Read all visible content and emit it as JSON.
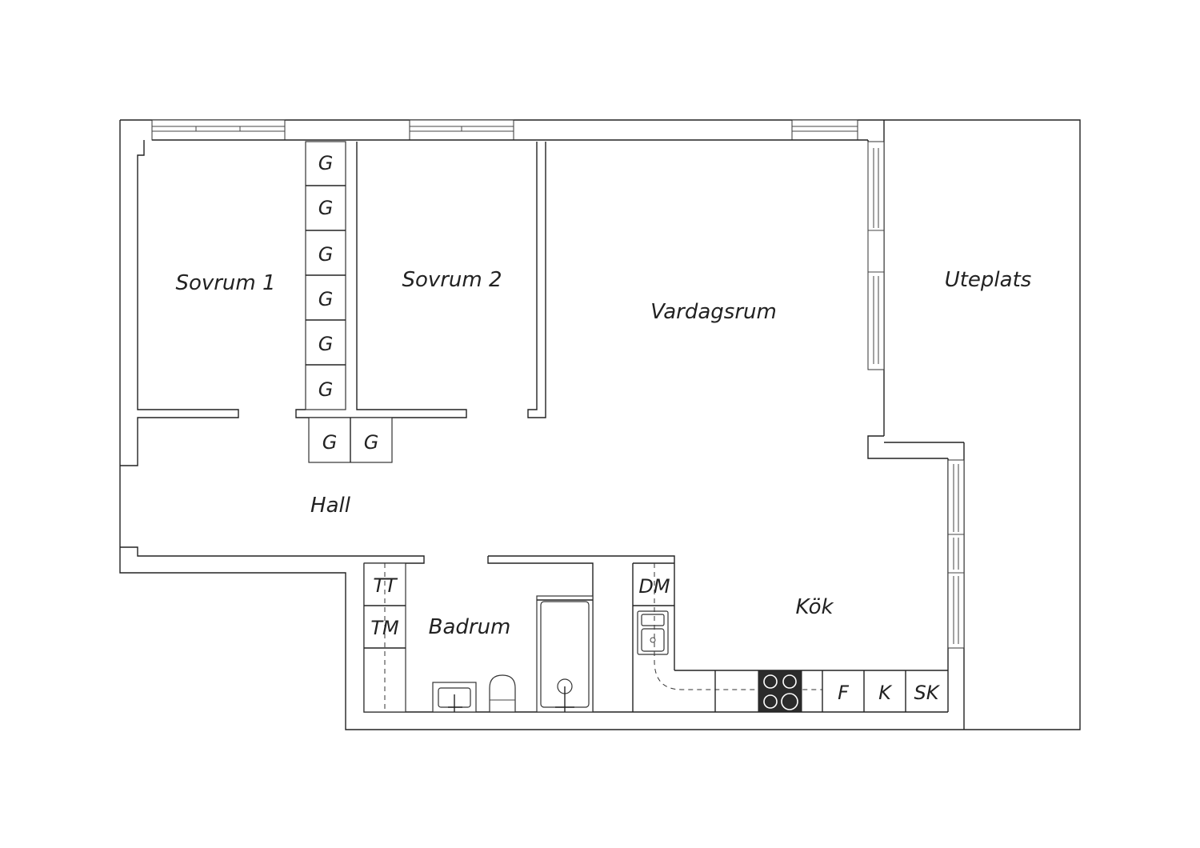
{
  "rooms": {
    "sovrum1": "Sovrum 1",
    "sovrum2": "Sovrum 2",
    "vardagsrum": "Vardagsrum",
    "uteplats": "Uteplats",
    "hall": "Hall",
    "badrum": "Badrum",
    "kok": "Kök"
  },
  "cabinets": {
    "wardrobe": "G",
    "tumble_dryer": "TT",
    "washing_machine": "TM",
    "dishwasher": "DM",
    "freezer": "F",
    "fridge": "K",
    "cupboard": "SK"
  },
  "colors": {
    "line": "#222222",
    "hob": "#2b2b2b",
    "background": "#ffffff"
  }
}
